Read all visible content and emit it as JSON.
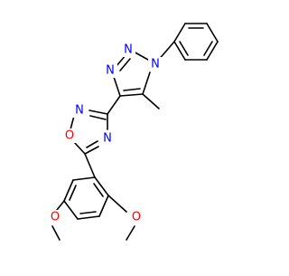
{
  "molecule": {
    "atoms": [
      {
        "id": "N1",
        "symbol": "N",
        "color": "#0000ff",
        "label": "N"
      },
      {
        "id": "N2",
        "symbol": "N",
        "color": "#0000ff",
        "label": "N"
      },
      {
        "id": "N3",
        "symbol": "N",
        "color": "#0000ff",
        "label": "N"
      },
      {
        "id": "N4",
        "symbol": "N",
        "color": "#0000ff",
        "label": "N"
      },
      {
        "id": "N5",
        "symbol": "N",
        "color": "#0000ff",
        "label": "N"
      },
      {
        "id": "O1",
        "symbol": "O",
        "color": "#ff0000",
        "label": "O"
      },
      {
        "id": "O2",
        "symbol": "O",
        "color": "#ff0000",
        "label": "O"
      },
      {
        "id": "O3",
        "symbol": "O",
        "color": "#ff0000",
        "label": "O"
      }
    ],
    "colors": {
      "bond": "#000000",
      "nitrogen": "#0000ff",
      "oxygen": "#ff0000",
      "background": "#ffffff"
    }
  }
}
